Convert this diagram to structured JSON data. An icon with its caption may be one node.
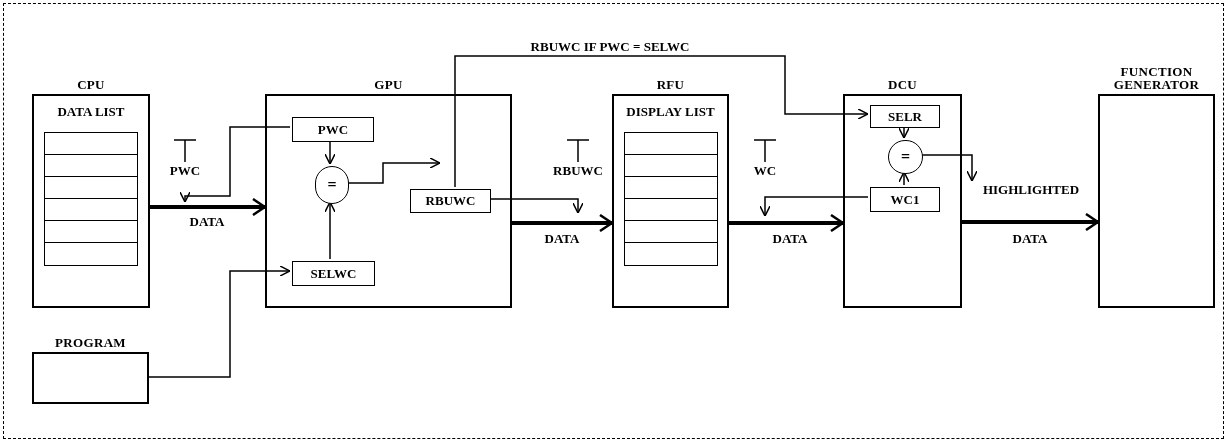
{
  "diagram": {
    "nodes": [
      {
        "text": [
          "CPU",
          "DATA LIST"
        ]
      },
      {
        "text": [
          "GPU"
        ]
      },
      {
        "text": [
          "PWC"
        ],
        "in": 1
      },
      {
        "text": [
          "="
        ],
        "in": 1
      },
      {
        "text": [
          "SELWC"
        ],
        "in": 1
      },
      {
        "text": [
          "RBUWC"
        ],
        "in": 1
      },
      {
        "text": [
          "RFU",
          "DISPLAY LIST"
        ]
      },
      {
        "text": [
          "DCU"
        ]
      },
      {
        "text": [
          "SELR"
        ],
        "in": 7
      },
      {
        "text": [
          "="
        ],
        "in": 7
      },
      {
        "text": [
          "WC1"
        ],
        "in": 7
      },
      {
        "text": [
          "HIGHLIGHTED"
        ]
      },
      {
        "text": [
          "FUNCTION GENERATOR"
        ]
      },
      {
        "text": [
          "PROGRAM"
        ]
      }
    ],
    "edges": [
      {
        "from": 0,
        "to": 1,
        "arrow": "to",
        "label": "DATA",
        "style": "thick"
      },
      {
        "from": 2,
        "to": null,
        "arrow": "to"
      },
      {
        "from": 2,
        "to": 3,
        "arrow": "to"
      },
      {
        "from": 4,
        "to": 3,
        "arrow": "to"
      },
      {
        "from": 3,
        "to": 5,
        "arrow": "to"
      },
      {
        "from": 13,
        "to": 4,
        "arrow": "to"
      },
      {
        "from": 1,
        "to": 6,
        "arrow": "to",
        "label": "DATA",
        "style": "thick"
      },
      {
        "from": 5,
        "to": null,
        "arrow": "to"
      },
      {
        "from": 5,
        "to": 8,
        "arrow": "to",
        "label": "RBUWC IF PWC = SELWC"
      },
      {
        "from": 6,
        "to": 7,
        "arrow": "to",
        "label": "DATA",
        "style": "thick"
      },
      {
        "from": 10,
        "to": null,
        "arrow": "to"
      },
      {
        "from": 8,
        "to": 9,
        "arrow": "to"
      },
      {
        "from": 10,
        "to": 9,
        "arrow": "to"
      },
      {
        "from": 9,
        "to": 11,
        "arrow": "to"
      },
      {
        "from": 7,
        "to": 12,
        "arrow": "to",
        "label": "DATA",
        "style": "thick"
      }
    ],
    "labels": [
      "PWC",
      "RBUWC",
      "WC"
    ]
  }
}
